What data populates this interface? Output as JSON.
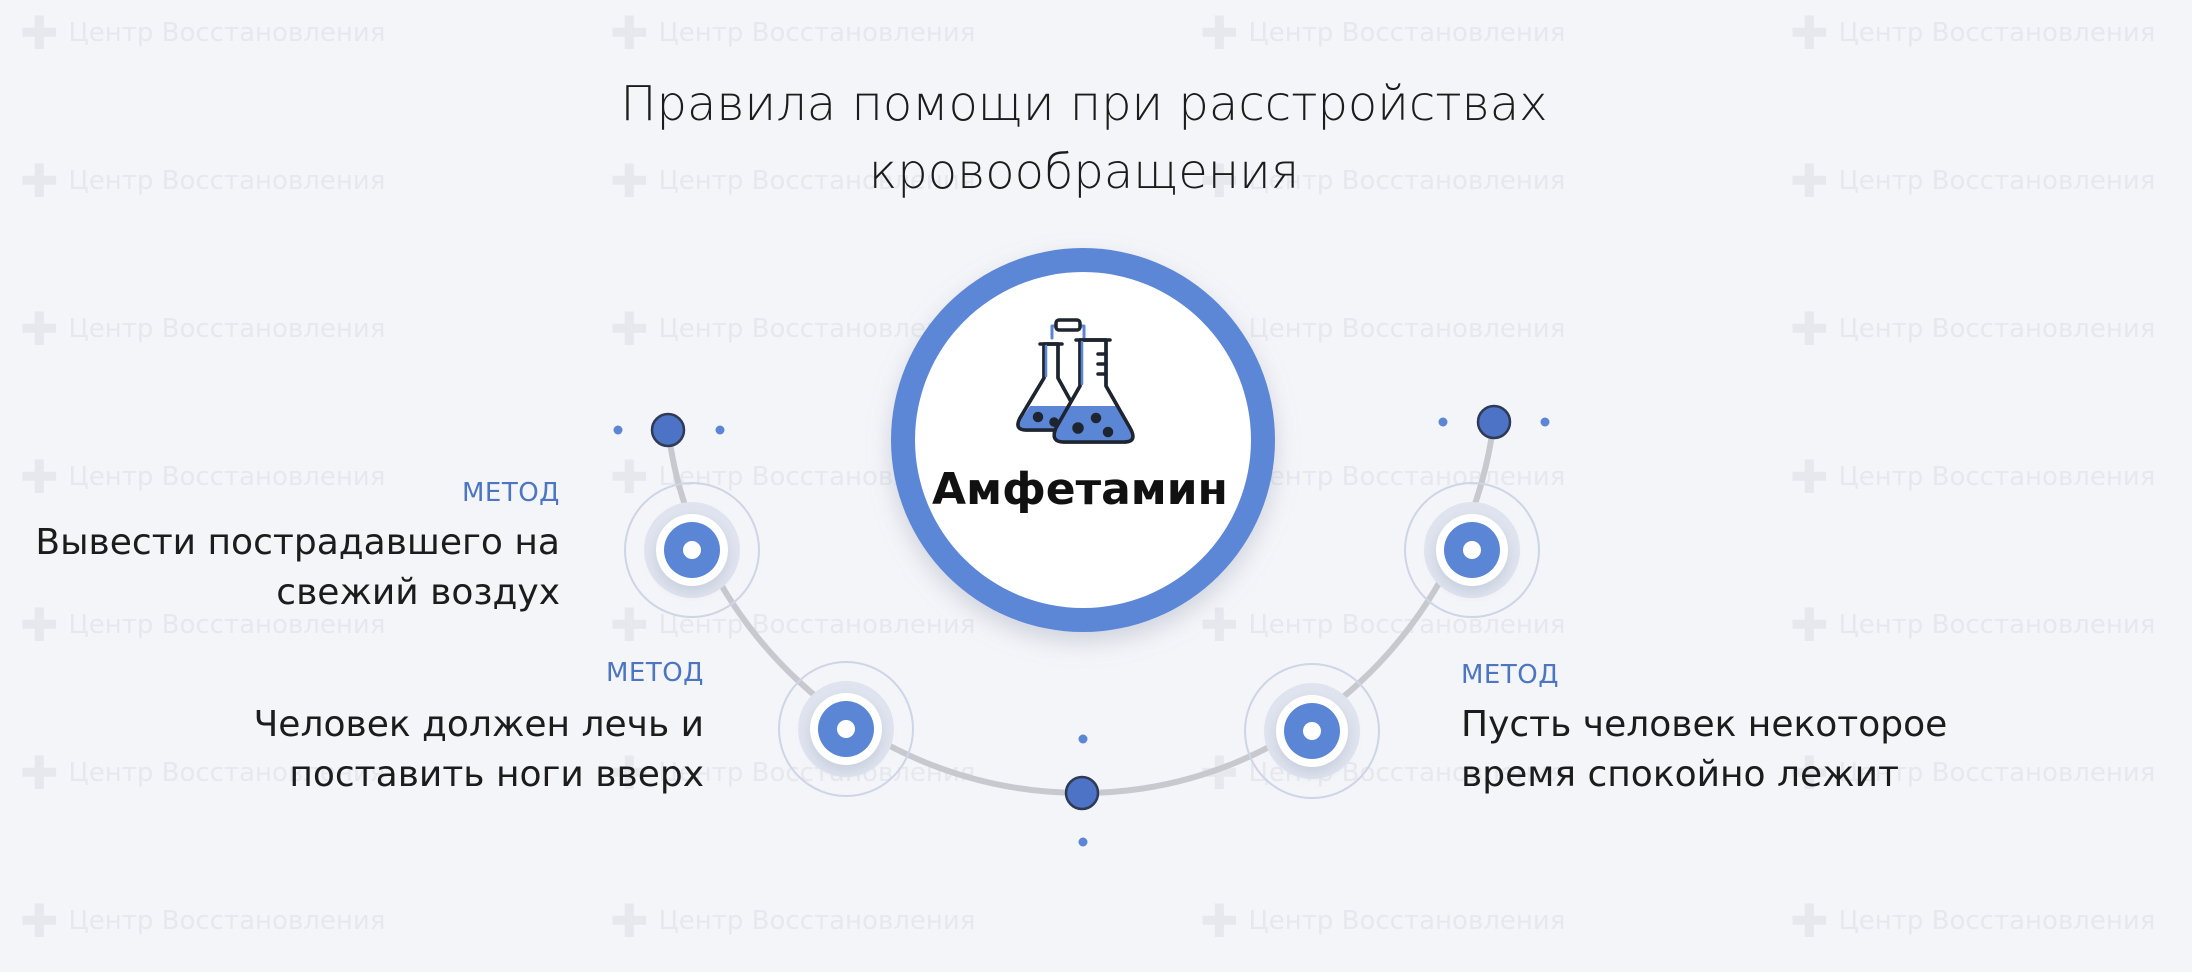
{
  "watermark": {
    "text": "Центр Восстановления",
    "color": "#e6e8ee"
  },
  "title": {
    "line1": "Правила помощи при расстройствах",
    "line2": "кровообращения"
  },
  "center": {
    "label": "Амфетамин",
    "icon": "chemistry-flasks-icon"
  },
  "methods": [
    {
      "tag": "МЕТОД",
      "line1": "Вывести пострадавшего на",
      "line2": "свежий воздух"
    },
    {
      "tag": "МЕТОД",
      "line1": "Человек должен лечь и",
      "line2": "поставить ноги вверх"
    },
    {
      "tag": "МЕТОД",
      "line1": "Пусть человек некоторое",
      "line2": "время спокойно лежит"
    }
  ],
  "colors": {
    "accent": "#5b86d6",
    "accent_dark": "#4d73c6",
    "arc": "#c8c9ce",
    "background": "#f4f5f9"
  }
}
